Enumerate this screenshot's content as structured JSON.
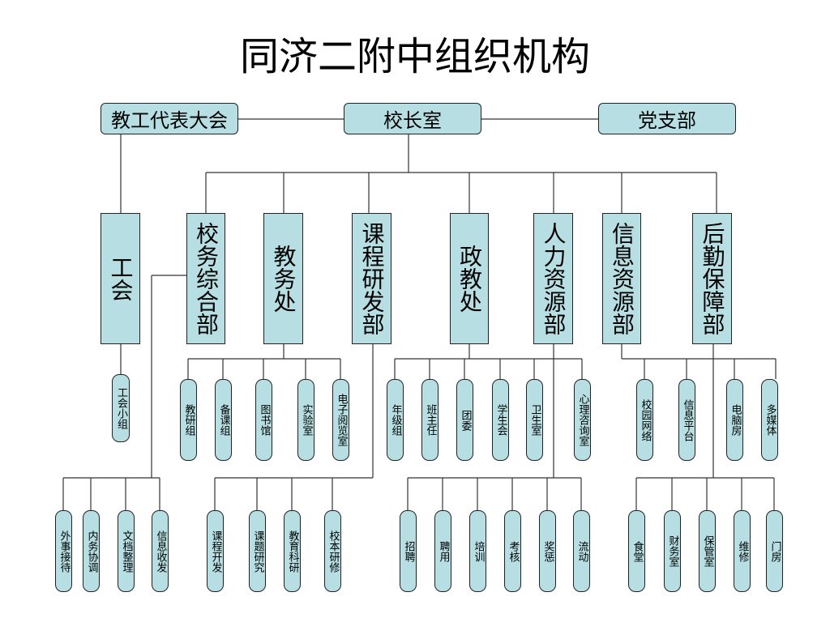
{
  "title": "同济二附中组织机构",
  "top_row": [
    "教工代表大会",
    "校长室",
    "党支部"
  ],
  "departments": [
    "工会",
    "校务综合部",
    "教务处",
    "课程研发部",
    "政教处",
    "人力资源部",
    "信息资源部",
    "后勤保障部"
  ],
  "union_groups": [
    "工会小组"
  ],
  "admin_units": [
    "外事接待",
    "内务协调",
    "文档整理",
    "信息收发"
  ],
  "academic_units": [
    "教研组",
    "备课组",
    "图书馆",
    "实验室",
    "电子阅览室"
  ],
  "curriculum_units": [
    "课程开发",
    "课题研究",
    "教育科研",
    "校本研修"
  ],
  "student_units": [
    "年级组",
    "班主任",
    "团委",
    "学生会",
    "卫生室",
    "心理咨询室"
  ],
  "hr_units": [
    "招聘",
    "聘用",
    "培训",
    "考核",
    "奖惩",
    "流动"
  ],
  "info_units": [
    "校园网络",
    "信息平台",
    "电脑房",
    "多媒体"
  ],
  "logistics_units": [
    "食堂",
    "财务室",
    "保管室",
    "维修",
    "门房"
  ],
  "colors": {
    "box_fill": "#b7dfe3",
    "border": "#222222",
    "line": "#333333"
  }
}
